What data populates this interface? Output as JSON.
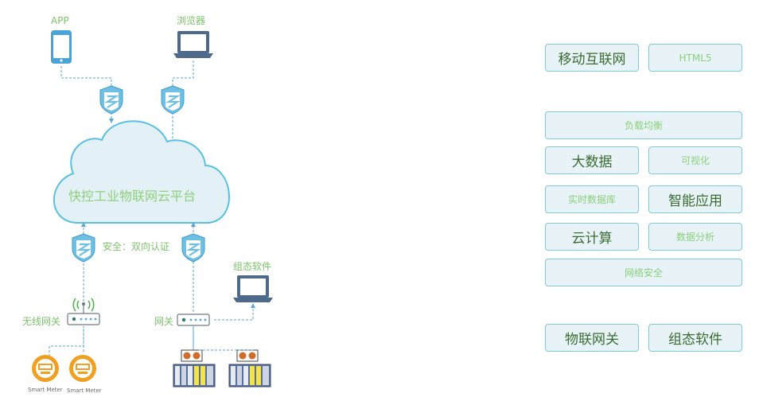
{
  "left": {
    "app_label": "APP",
    "browser_label": "浏览器",
    "cloud_label": "快控工业物联网云平台",
    "security_label": "安全：双向认证",
    "config_software_label": "组态软件",
    "wireless_gateway_label": "无线网关",
    "gateway_label": "网关",
    "smart_meter_1": "Smart Meter",
    "smart_meter_2": "Smart Meter"
  },
  "right": {
    "mobile_internet": "移动互联网",
    "html5": "HTML5",
    "load_balancing": "负载均衡",
    "big_data": "大数据",
    "visualization": "可视化",
    "realtime_db": "实时数据库",
    "smart_app": "智能应用",
    "cloud_computing": "云计算",
    "data_analysis": "数据分析",
    "network_security": "网络安全",
    "iot_gateway": "物联网关",
    "config_software": "组态软件"
  },
  "colors": {
    "accent_blue": "#5aa6d6",
    "box_border": "#7ecad8",
    "box_fill": "#e7f3f7",
    "label_green": "#7cc36a",
    "meter_orange": "#f0a020"
  }
}
